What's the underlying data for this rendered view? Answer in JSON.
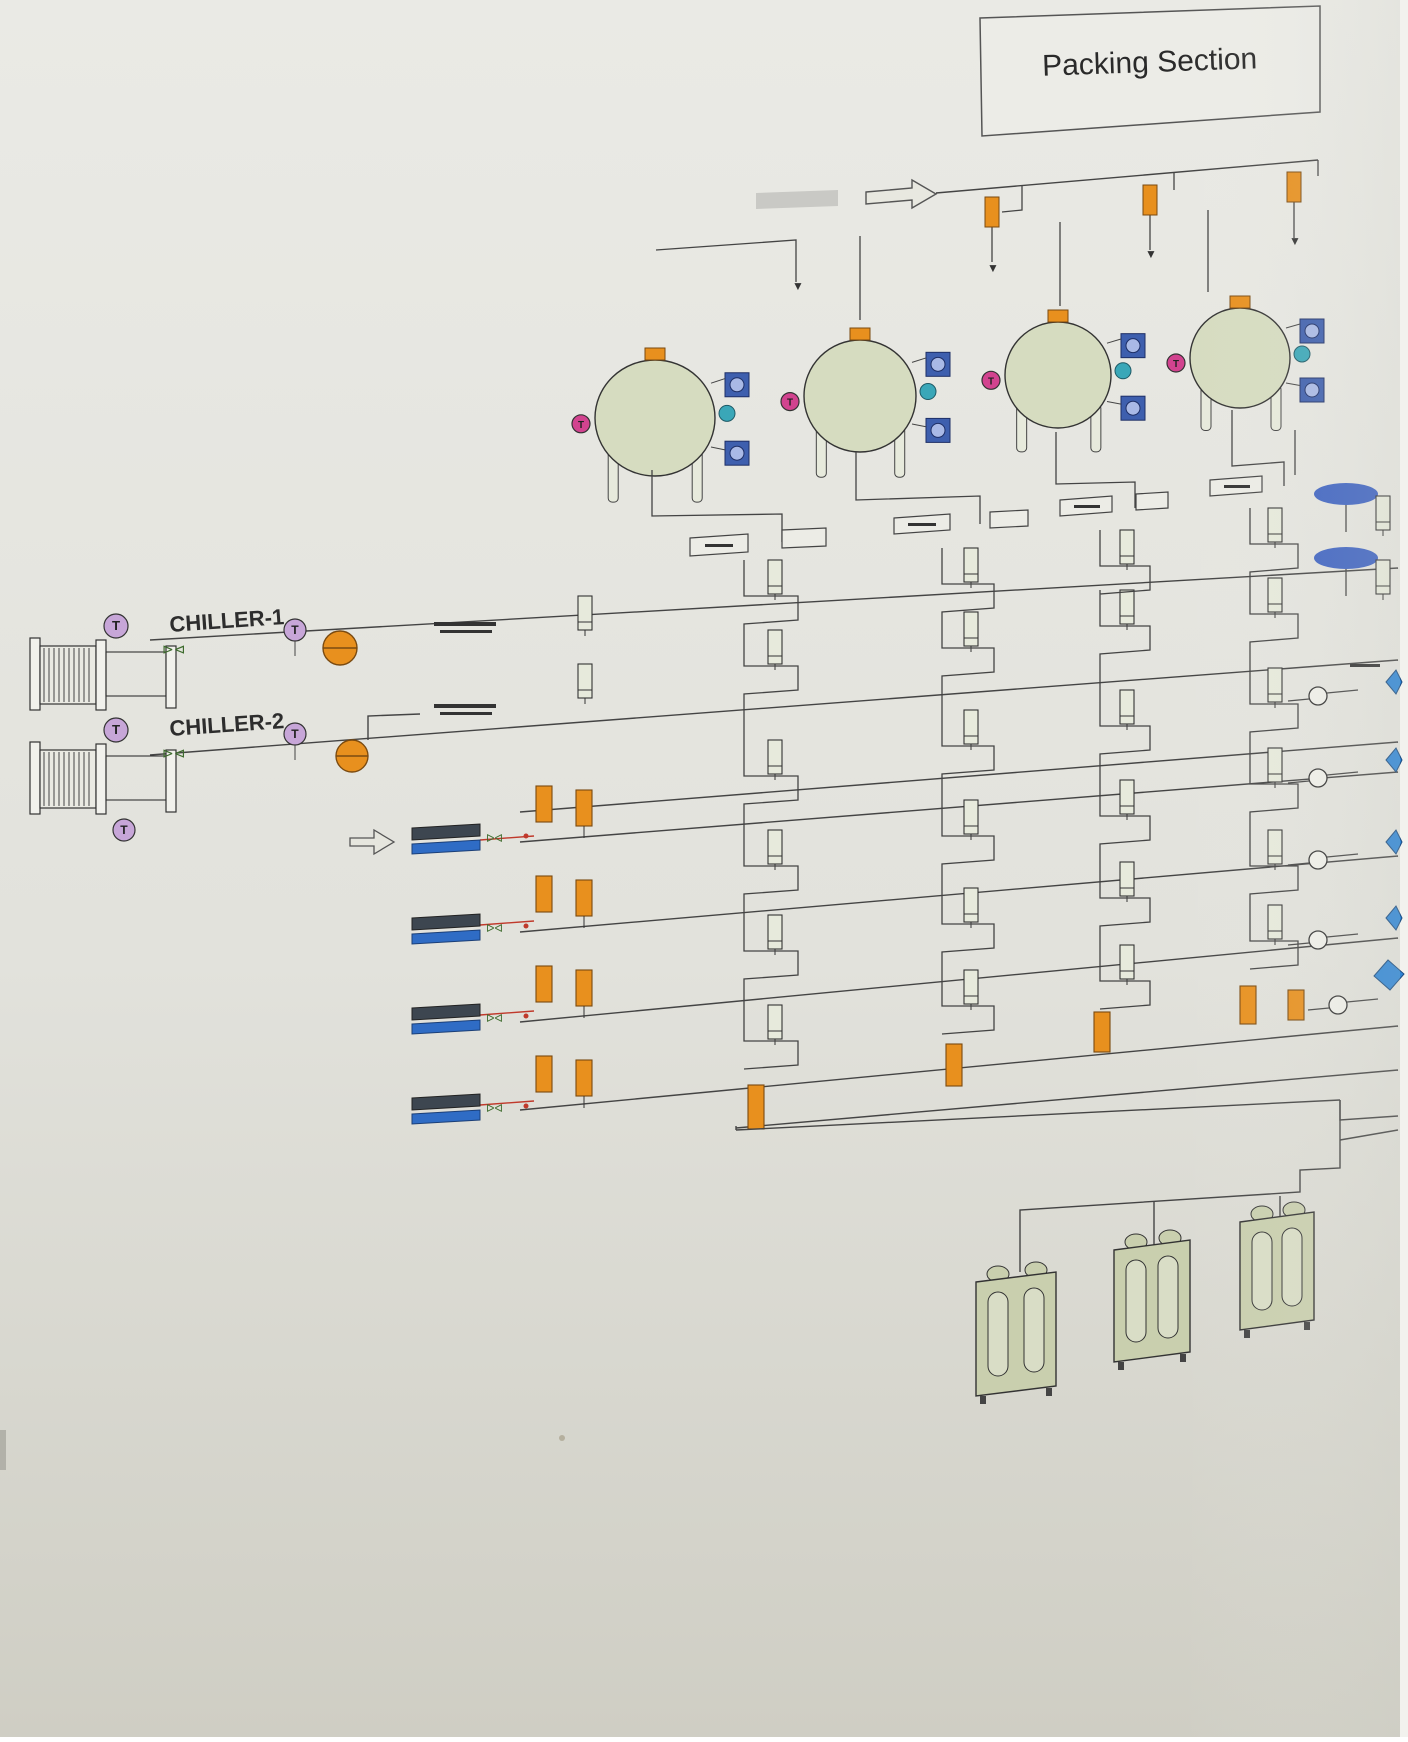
{
  "title": "Packing Section",
  "chillers": [
    {
      "label": "CHILLER-1"
    },
    {
      "label": "CHILLER-2"
    }
  ],
  "instrument_letter": "T",
  "colors": {
    "paper_top": "#e9e9e4",
    "paper_bottom": "#d2d1c8",
    "line": "#4a4a4a",
    "pipe_red": "#c0392b",
    "tank_fill": "#d6dcc0",
    "unit_fill": "#c9cfae",
    "valve_orange": "#e8901e",
    "blue_pad": "#3e5fae",
    "cyan": "#3aa7b8",
    "pink": "#d2438f",
    "lilac": "#c7a6d8",
    "blue_tag": "#2f6cc5"
  }
}
